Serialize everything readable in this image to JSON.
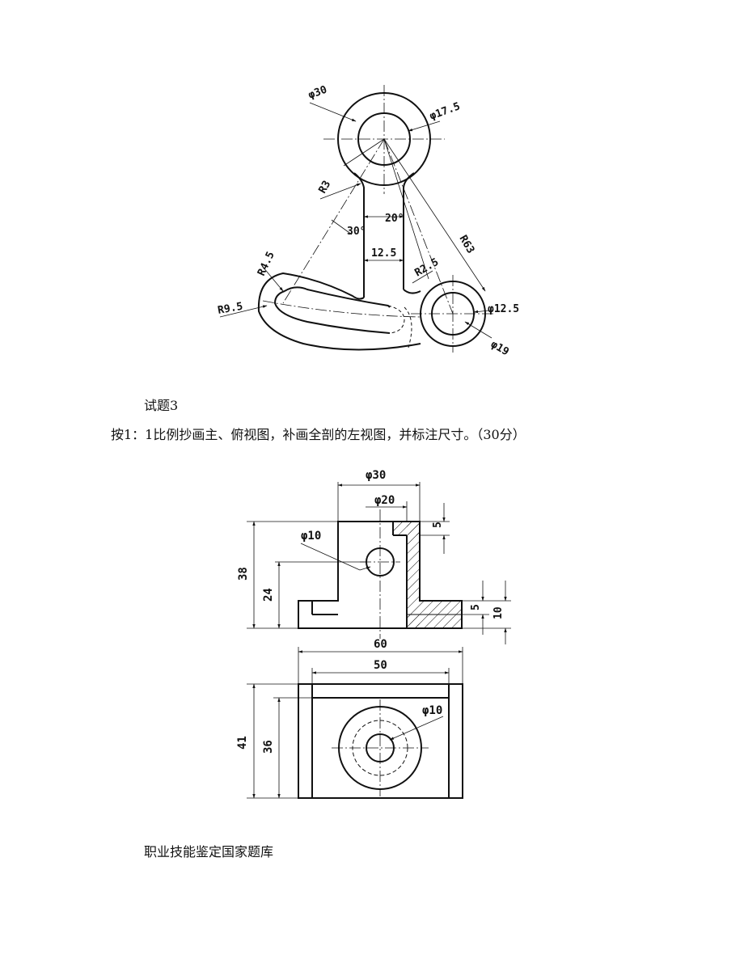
{
  "drawing1": {
    "dims": {
      "d30": "φ30",
      "d17_5": "φ17.5",
      "r3": "R3",
      "a20": "20°",
      "a30": "30°",
      "r63": "R63",
      "w12_5": "12.5",
      "r4_5": "R4.5",
      "r2_5": "R2.5",
      "d12_5": "φ12.5",
      "r9_5": "R9.5",
      "d19": "φ19"
    }
  },
  "text": {
    "question_label": "试题3",
    "instruction": "按1：1比例抄画主、俯视图，补画全剖的左视图，并标注尺寸。（30分）",
    "footer": "职业技能鉴定国家题库"
  },
  "drawing2": {
    "dims": {
      "d30": "φ30",
      "d20": "φ20",
      "d10_front": "φ10",
      "h5_top": "5",
      "h38": "38",
      "h24": "24",
      "h5_base": "5",
      "h10": "10",
      "w60": "60",
      "w50": "50",
      "d41": "41",
      "d36": "36",
      "d10_top": "φ10"
    }
  }
}
